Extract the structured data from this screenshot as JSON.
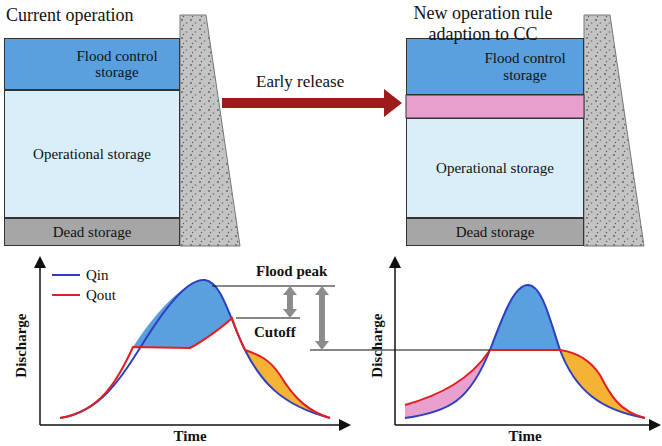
{
  "diagram": {
    "nodes": [
      {
        "text": [
          "Flood control storage"
        ]
      },
      {
        "text": [
          "Operational storage"
        ]
      },
      {
        "text": [
          "Dead storage"
        ]
      },
      {
        "text": [
          "Flood control storage"
        ]
      },
      {
        "text": [
          "Operational storage"
        ]
      },
      {
        "text": [
          "Dead storage"
        ]
      }
    ],
    "labels": [
      "Current operation",
      "New operation rule adaption to CC",
      "Early release",
      "Flood peak",
      "Cutoff",
      "Discharge",
      "Time",
      "Discharge",
      "Time"
    ],
    "legend": [
      {
        "text": "Qin"
      },
      {
        "text": "Qout"
      }
    ]
  }
}
